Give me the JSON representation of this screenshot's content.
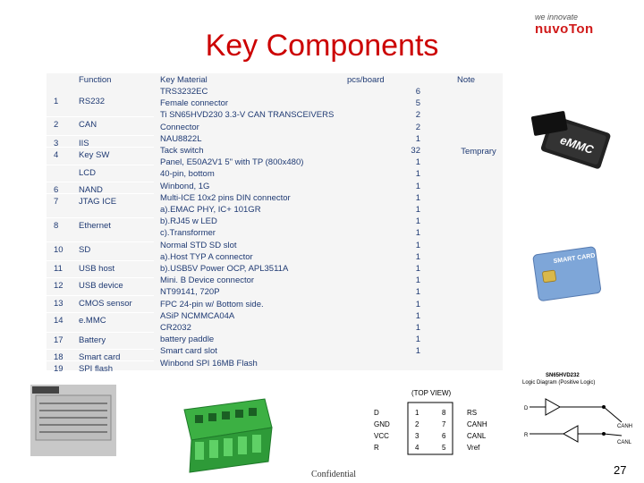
{
  "title": "Key Components",
  "logo": {
    "tagline": "we innovate",
    "brand": "nuvoTon"
  },
  "headers": {
    "function": "Function",
    "material": "Key Material",
    "pcs": "pcs/board",
    "note": "Note"
  },
  "functions": [
    {
      "idx": "1",
      "label": "RS232"
    },
    {
      "idx": "2",
      "label": "CAN"
    },
    {
      "idx": "3",
      "label": "IIS"
    },
    {
      "idx": "4",
      "label": "Key SW"
    },
    {
      "idx": "",
      "label": "LCD"
    },
    {
      "idx": "6",
      "label": "NAND"
    },
    {
      "idx": "7",
      "label": "JTAG ICE"
    },
    {
      "idx": "8",
      "label": "Ethernet"
    },
    {
      "idx": "10",
      "label": "SD"
    },
    {
      "idx": "11",
      "label": "USB host"
    },
    {
      "idx": "12",
      "label": "USB device"
    },
    {
      "idx": "13",
      "label": "CMOS sensor"
    },
    {
      "idx": "14",
      "label": "e.MMC"
    },
    {
      "idx": "17",
      "label": "Battery"
    },
    {
      "idx": "18",
      "label": "Smart card"
    },
    {
      "idx": "19",
      "label": "SPI flash"
    }
  ],
  "materials": [
    "TRS3232EC",
    "Female connector",
    "Ti SN65HVD230 3.3-V CAN TRANSCEIVERS",
    "Connector",
    "NAU8822L",
    "Tack switch",
    "Panel, E50A2V1 5\" with TP (800x480)",
    "40-pin, bottom",
    "Winbond, 1G",
    "Multi-ICE 10x2 pins DIN connector",
    "a).EMAC PHY, IC+ 101GR",
    "b).RJ45 w LED",
    "c).Transformer",
    "Normal STD SD slot",
    "a).Host TYP A connector",
    "b).USB5V Power OCP, APL3511A",
    "Mini. B Device connector",
    "NT99141, 720P",
    "FPC 24-pin w/ Bottom side.",
    "ASiP NCMMCA04A",
    "CR2032",
    "battery paddle",
    "Smart card slot",
    "Winbond SPI 16MB Flash"
  ],
  "pcs": [
    "6",
    "5",
    "2",
    "2",
    "1",
    "32",
    "1",
    "1",
    "1",
    "1",
    "1",
    "1",
    "1",
    "1",
    "1",
    "1",
    "1",
    "1",
    "1",
    "1",
    "1",
    "1",
    "1"
  ],
  "note": "Temprary",
  "images": {
    "emmc_label": "eMMC",
    "smart_card_label": "SMART CARD",
    "logic_title": "SN65HVD232",
    "logic_subtitle": "Logic Diagram (Positive Logic)",
    "top_view": "(TOP VIEW)",
    "pins_left": [
      "D",
      "GND",
      "VCC",
      "R"
    ],
    "pins_left_num": [
      "1",
      "2",
      "3",
      "4"
    ],
    "pins_right_num": [
      "8",
      "7",
      "6",
      "5"
    ],
    "pins_right": [
      "RS",
      "CANH",
      "CANL",
      "Vref"
    ]
  },
  "footer": {
    "confidential": "Confidential",
    "page": "27"
  }
}
